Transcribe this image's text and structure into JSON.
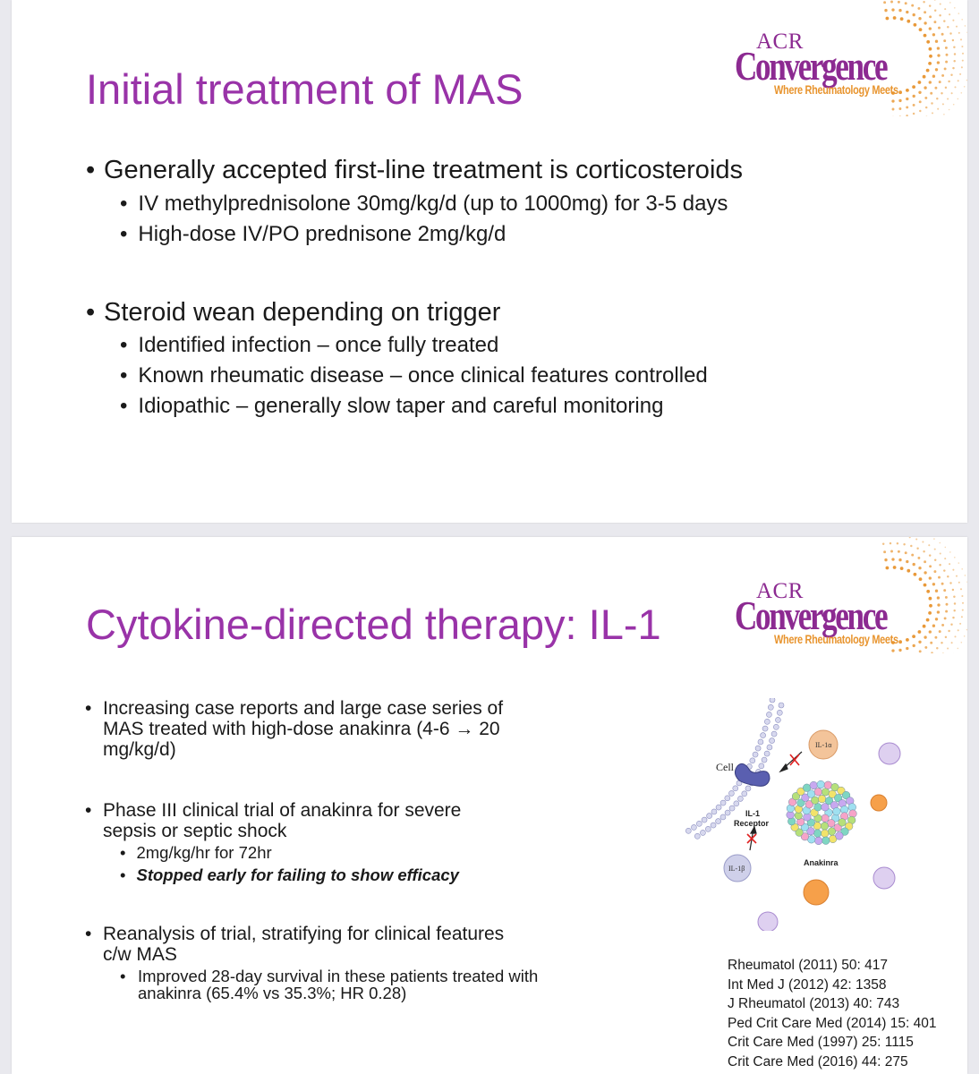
{
  "slide1": {
    "logo": {
      "acr": "ACR",
      "convergence": "Convergence",
      "tagline": "Where Rheumatology Meets"
    },
    "title": "Initial treatment of MAS",
    "bullets": [
      {
        "text": "Generally accepted first-line treatment is corticosteroids",
        "sub": [
          "IV methylprednisolone 30mg/kg/d (up to 1000mg) for 3-5 days",
          "High-dose IV/PO prednisone 2mg/kg/d"
        ]
      },
      {
        "text": "Steroid wean depending on trigger",
        "sub": [
          "Identified infection – once fully treated",
          "Known rheumatic disease – once clinical features controlled",
          "Idiopathic – generally slow taper and careful monitoring"
        ]
      }
    ]
  },
  "slide2": {
    "logo": {
      "acr": "ACR",
      "convergence": "Convergence",
      "tagline": "Where Rheumatology Meets"
    },
    "title": "Cytokine-directed therapy: IL-1",
    "bullets": [
      {
        "lines": [
          "Increasing case reports and large case series of",
          "MAS treated with high-dose anakinra (4-6 → 20",
          "mg/kg/d)"
        ]
      },
      {
        "lines": [
          "Phase III clinical trial of anakinra for severe",
          "sepsis or septic shock"
        ],
        "sub": [
          "2mg/kg/hr for 72hr",
          "Stopped early for failing to show efficacy"
        ]
      },
      {
        "lines": [
          "Reanalysis of trial, stratifying for clinical features",
          "c/w MAS"
        ],
        "sub_lines": [
          "Improved 28-day survival in these patients treated with",
          "anakinra (65.4% vs 35.3%; HR 0.28)"
        ]
      }
    ],
    "figure": {
      "cell": "Cell",
      "il1a": "IL-1α",
      "il1b": "IL-1β",
      "receptor_line1": "IL-1",
      "receptor_line2": "Receptor",
      "anakinra": "Anakinra"
    },
    "references": [
      "Rheumatol (2011) 50: 417",
      "Int Med J (2012) 42: 1358",
      "J Rheumatol (2013) 40: 743",
      "Ped Crit Care Med (2014) 15: 401",
      "Crit Care Med (1997) 25: 1115",
      "Crit Care Med (2016) 44: 275"
    ]
  },
  "colors": {
    "title": "#9933a8",
    "logo_purple": "#8c2a91",
    "logo_orange": "#e8942e"
  }
}
